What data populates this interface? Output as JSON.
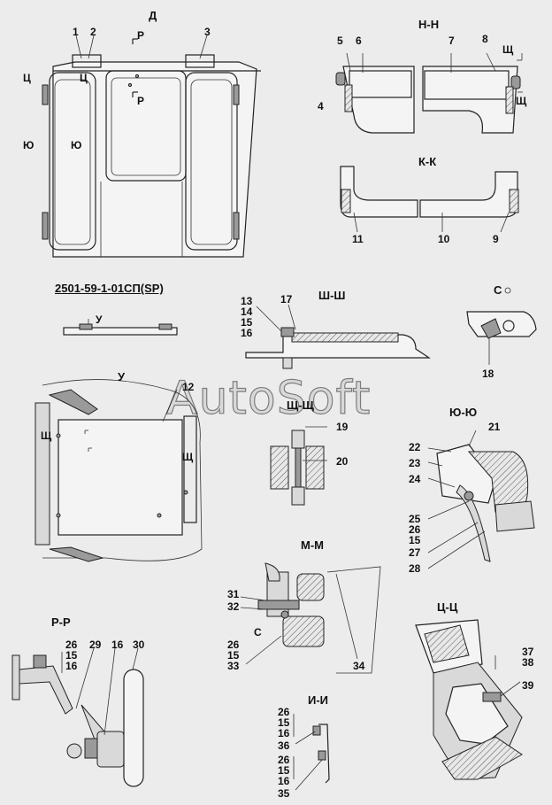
{
  "document_code": "2501-59-1-01СП(SP)",
  "watermark": "AutoSoft",
  "views": {
    "d": "Д",
    "nn": "Н-Н",
    "kk": "К-К",
    "shsh": "Ш-Ш",
    "c": "С",
    "u": "У",
    "shch": "Щ-Щ",
    "yuyu": "Ю-Ю",
    "mm": "М-М",
    "rr": "Р-Р",
    "tsts": "Ц-Ц",
    "ii": "И-И"
  },
  "cut_marks": {
    "p1": "Р",
    "p2": "Р",
    "ts1": "Ц",
    "ts2": "Ц",
    "yu1": "Ю",
    "yu2": "Ю",
    "shch1": "Щ",
    "shch2": "Щ",
    "shch3": "Щ",
    "shch4": "Щ",
    "u": "У",
    "c": "С"
  },
  "callouts": {
    "c1": "1",
    "c2": "2",
    "c3": "3",
    "c4": "4",
    "c5": "5",
    "c6": "6",
    "c7": "7",
    "c8": "8",
    "c9": "9",
    "c10": "10",
    "c11": "11",
    "c12": "12",
    "c13": "13",
    "c14": "14",
    "c15a": "15",
    "c16a": "16",
    "c17": "17",
    "c18": "18",
    "c19": "19",
    "c20": "20",
    "c21": "21",
    "c22": "22",
    "c23": "23",
    "c24": "24",
    "c25": "25",
    "c26a": "26",
    "c15b": "15",
    "c27": "27",
    "c28": "28",
    "c29": "29",
    "c16b": "16",
    "c30": "30",
    "c26b": "26",
    "c15c": "15",
    "c16c": "16",
    "c31": "31",
    "c32": "32",
    "c26c": "26",
    "c15d": "15",
    "c33": "33",
    "c34": "34",
    "c37": "37",
    "c38": "38",
    "c39": "39",
    "c26d": "26",
    "c15e": "15",
    "c16d": "16",
    "c36": "36",
    "c26e": "26",
    "c15f": "15",
    "c16e": "16",
    "c35": "35"
  }
}
